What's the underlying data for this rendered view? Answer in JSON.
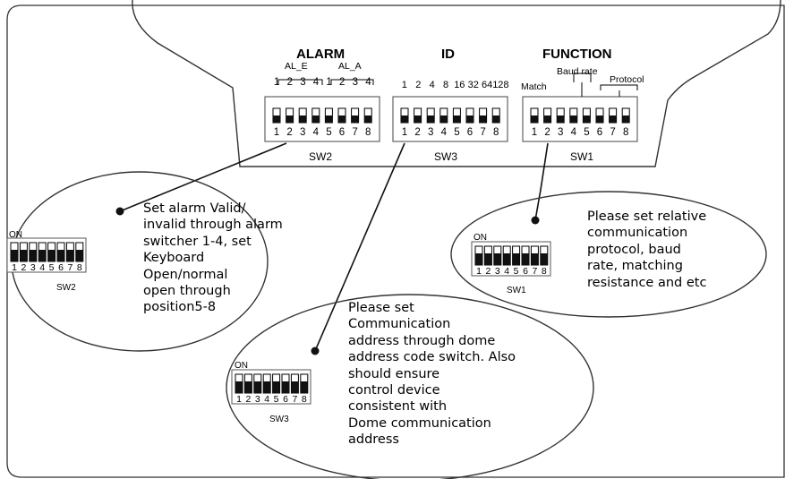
{
  "panel": {
    "groups": {
      "alarm": "ALARM",
      "id": "ID",
      "function": "FUNCTION"
    },
    "alarm_sub": [
      "AL_E",
      "AL_A"
    ],
    "alarm_bits": [
      "1",
      "2",
      "3",
      "4",
      "1",
      "2",
      "3",
      "4"
    ],
    "id_bits": [
      "1",
      "2",
      "4",
      "8",
      "16",
      "32",
      "64",
      "128"
    ],
    "function_sub": {
      "match": "Match",
      "baud_rate": "Baud rate",
      "protocol": "Protocol"
    },
    "switch_names": [
      "SW2",
      "SW3",
      "SW1"
    ],
    "switch_positions": [
      "1",
      "2",
      "3",
      "4",
      "5",
      "6",
      "7",
      "8"
    ]
  },
  "callouts": {
    "sw2": {
      "on_label": "ON",
      "name": "SW2",
      "text": [
        "Set alarm Valid/",
        "invalid through alarm",
        "switcher 1-4, set",
        "Keyboard",
        "Open/normal",
        "open through",
        "position5-8"
      ]
    },
    "sw1": {
      "on_label": "ON",
      "name": "SW1",
      "text": [
        "Please set relative",
        "communication",
        "protocol, baud",
        "rate, matching",
        "resistance and etc"
      ]
    },
    "sw3": {
      "on_label": "ON",
      "name": "SW3",
      "text": [
        "Please set",
        "Communication",
        "address through dome",
        "address code switch. Also",
        "should ensure",
        "control device",
        "consistent with",
        "Dome communication",
        "address"
      ]
    }
  }
}
